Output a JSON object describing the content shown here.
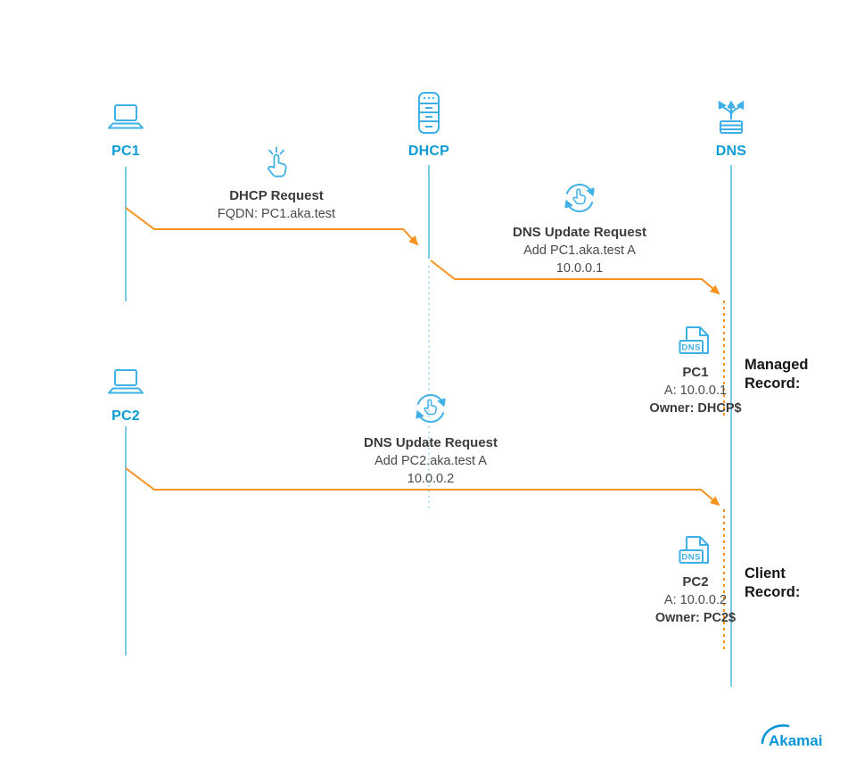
{
  "colors": {
    "actor_blue": "#0a9bd6",
    "icon_blue": "#3fb0e5",
    "lifeline_blue": "#5bbce4",
    "arrow_orange": "#f6921e",
    "text_dark": "#3b3b3b",
    "tag_black": "#161616"
  },
  "actors": {
    "pc1": {
      "label": "PC1"
    },
    "dhcp": {
      "label": "DHCP"
    },
    "dns": {
      "label": "DNS"
    },
    "pc2": {
      "label": "PC2"
    }
  },
  "messages": {
    "dhcp_request": {
      "title": "DHCP Request",
      "line1": "FQDN: PC1.aka.test"
    },
    "dns_update_pc1": {
      "title": "DNS Update Request",
      "line1": "Add PC1.aka.test A",
      "line2": "10.0.0.1"
    },
    "dns_update_pc2": {
      "title": "DNS Update Request",
      "line1": "Add PC2.aka.test A",
      "line2": "10.0.0.2"
    }
  },
  "records": {
    "managed": {
      "icon_label": "DNS",
      "host": "PC1",
      "address": "A: 10.0.0.1",
      "owner": "Owner: DHCP$",
      "tag_line1": "Managed",
      "tag_line2": "Record:"
    },
    "client": {
      "icon_label": "DNS",
      "host": "PC2",
      "address": "A: 10.0.0.2",
      "owner": "Owner: PC2$",
      "tag_line1": "Client",
      "tag_line2": "Record:"
    }
  },
  "footer": {
    "brand": "Akamai"
  }
}
